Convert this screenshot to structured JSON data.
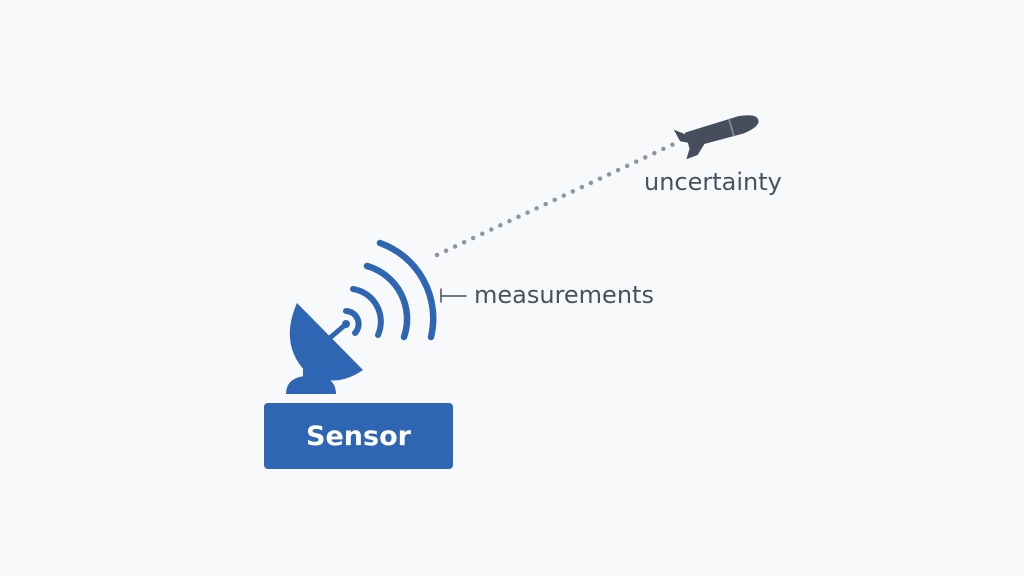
{
  "labels": {
    "sensor": "Sensor",
    "measurements": "measurements",
    "uncertainty": "uncertainty"
  },
  "icons": {
    "sensor": "satellite-dish-icon",
    "signal": "signal-waves-icon",
    "target": "missile-icon"
  },
  "colors": {
    "background": "#f8f9fa",
    "sensor_blue": "#2f66b3",
    "target_gray": "#464d5c",
    "path_gray": "#8c96a3",
    "text_gray": "#4a5260"
  }
}
